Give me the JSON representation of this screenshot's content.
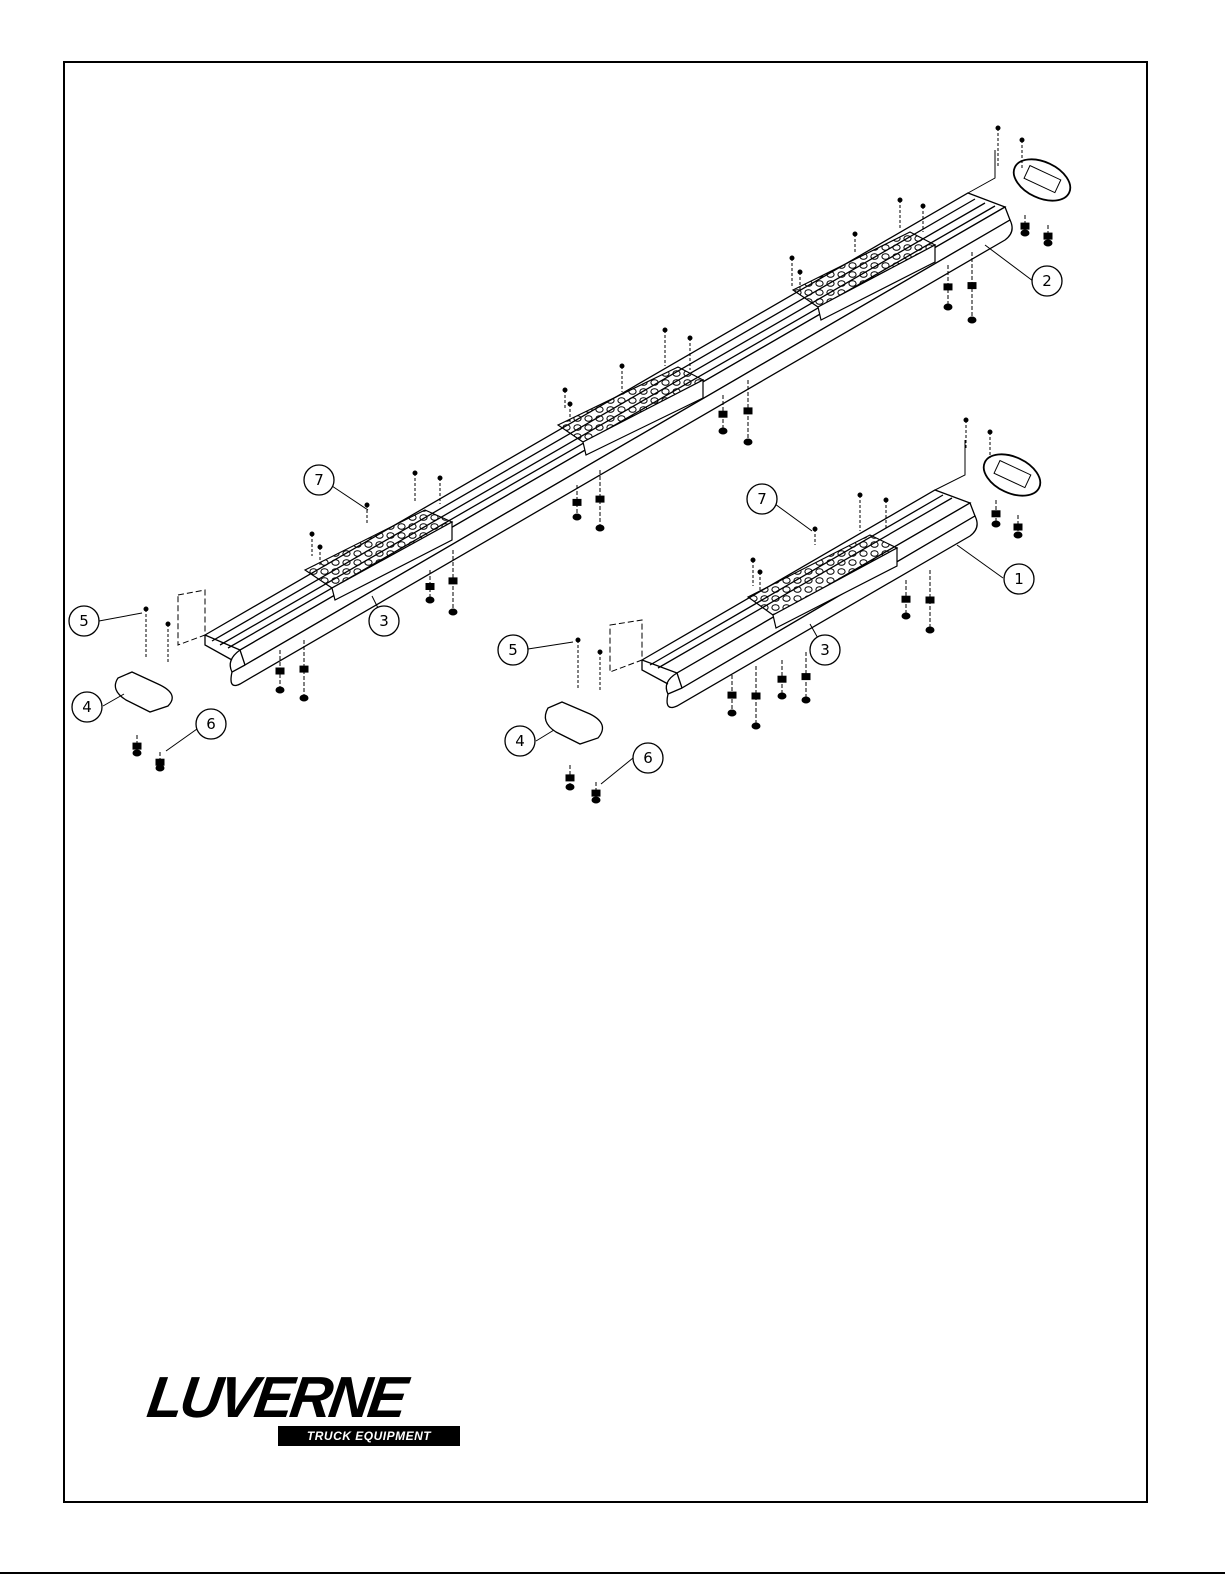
{
  "callouts": {
    "c1": "1",
    "c2": "2",
    "c3a": "3",
    "c3b": "3",
    "c4a": "4",
    "c4b": "4",
    "c5a": "5",
    "c5b": "5",
    "c6a": "6",
    "c6b": "6",
    "c7a": "7",
    "c7b": "7"
  },
  "logo": {
    "brand": "LUVERNE",
    "tagline": "TRUCK EQUIPMENT"
  }
}
